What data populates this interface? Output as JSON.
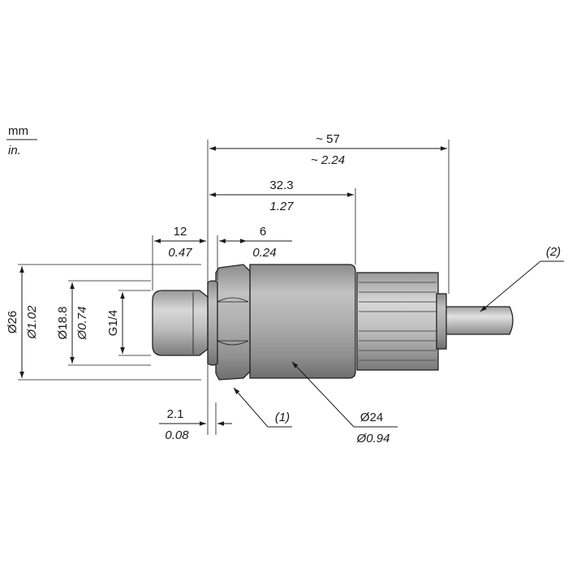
{
  "units": {
    "primary": "mm",
    "secondary": "in."
  },
  "dimensions": {
    "overall_length": {
      "mm": "~ 57",
      "in": "~ 2.24"
    },
    "body_length": {
      "mm": "32.3",
      "in": "1.27"
    },
    "thread_length": {
      "mm": "12",
      "in": "0.47"
    },
    "hex_length": {
      "mm": "6",
      "in": "0.24"
    },
    "flange_thickness": {
      "mm": "2.1",
      "in": "0.08"
    },
    "outer_diameter": {
      "mm": "Ø26",
      "in": "Ø1.02"
    },
    "seal_diameter": {
      "mm": "Ø18.8",
      "in": "Ø0.74"
    },
    "thread": {
      "label": "G1/4"
    },
    "body_diameter": {
      "mm": "Ø24",
      "in": "Ø0.94"
    }
  },
  "callouts": {
    "seal": "(1)",
    "cable": "(2)"
  }
}
